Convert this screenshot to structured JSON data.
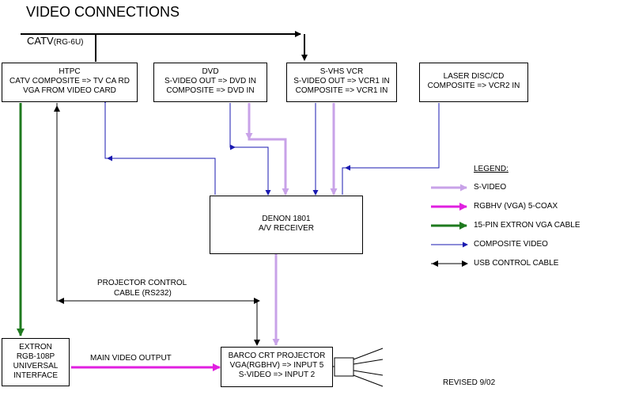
{
  "title": "VIDEO CONNECTIONS",
  "catv": {
    "main": "CATV",
    "cable": "(RG-6U)"
  },
  "boxes": {
    "htpc": [
      "HTPC",
      "CATV  COMPOSITE => TV CA  RD",
      "VGA FROM VIDEO   CARD"
    ],
    "dvd": [
      "DVD",
      "S-VIDEO OUT => DVD IN",
      "COMPOSITE  => DVD IN"
    ],
    "vcr": [
      "S-VHS VCR",
      "S-VIDEO OUT => VCR1 IN",
      "COMPOSITE  => VCR1 IN"
    ],
    "laser": [
      "LASER DISC/CD",
      "COMPOSITE  => VCR2 IN"
    ],
    "receiver": [
      "DENON 1801",
      "A/V RECEIVER"
    ],
    "extron": [
      "EXTRON",
      "RGB-108P",
      "UNIVERSAL",
      "INTERFACE"
    ],
    "projector": [
      "BARCO CRT PROJECTOR",
      "VGA(RGBHV) => INPUT 5",
      "S-VIDEO => INPUT 2"
    ]
  },
  "labels": {
    "proj_control": [
      "PROJECTOR CONTROL",
      "CABLE (RS232)"
    ],
    "main_video": "MAIN VIDEO OUTPUT",
    "revised": "REVISED 9/02"
  },
  "legend": {
    "heading": "LEGEND:",
    "items": [
      {
        "label": "S-VIDEO",
        "color": "#c8a2e8"
      },
      {
        "label": "RGBHV (VGA)  5-COAX",
        "color": "#e020e0"
      },
      {
        "label": "15-PIN EXTRON VGA CABLE",
        "color": "#1f7a1f"
      },
      {
        "label": "COMPOSITE VIDEO",
        "color": "#1a1ab0"
      },
      {
        "label": "USB CONTROL CABLE",
        "color": "#000000"
      }
    ]
  },
  "colors": {
    "svideo": "#c8a2e8",
    "rgbhv": "#e020e0",
    "extron_cable": "#1f7a1f",
    "composite": "#1a1ab0",
    "control": "#000000"
  }
}
